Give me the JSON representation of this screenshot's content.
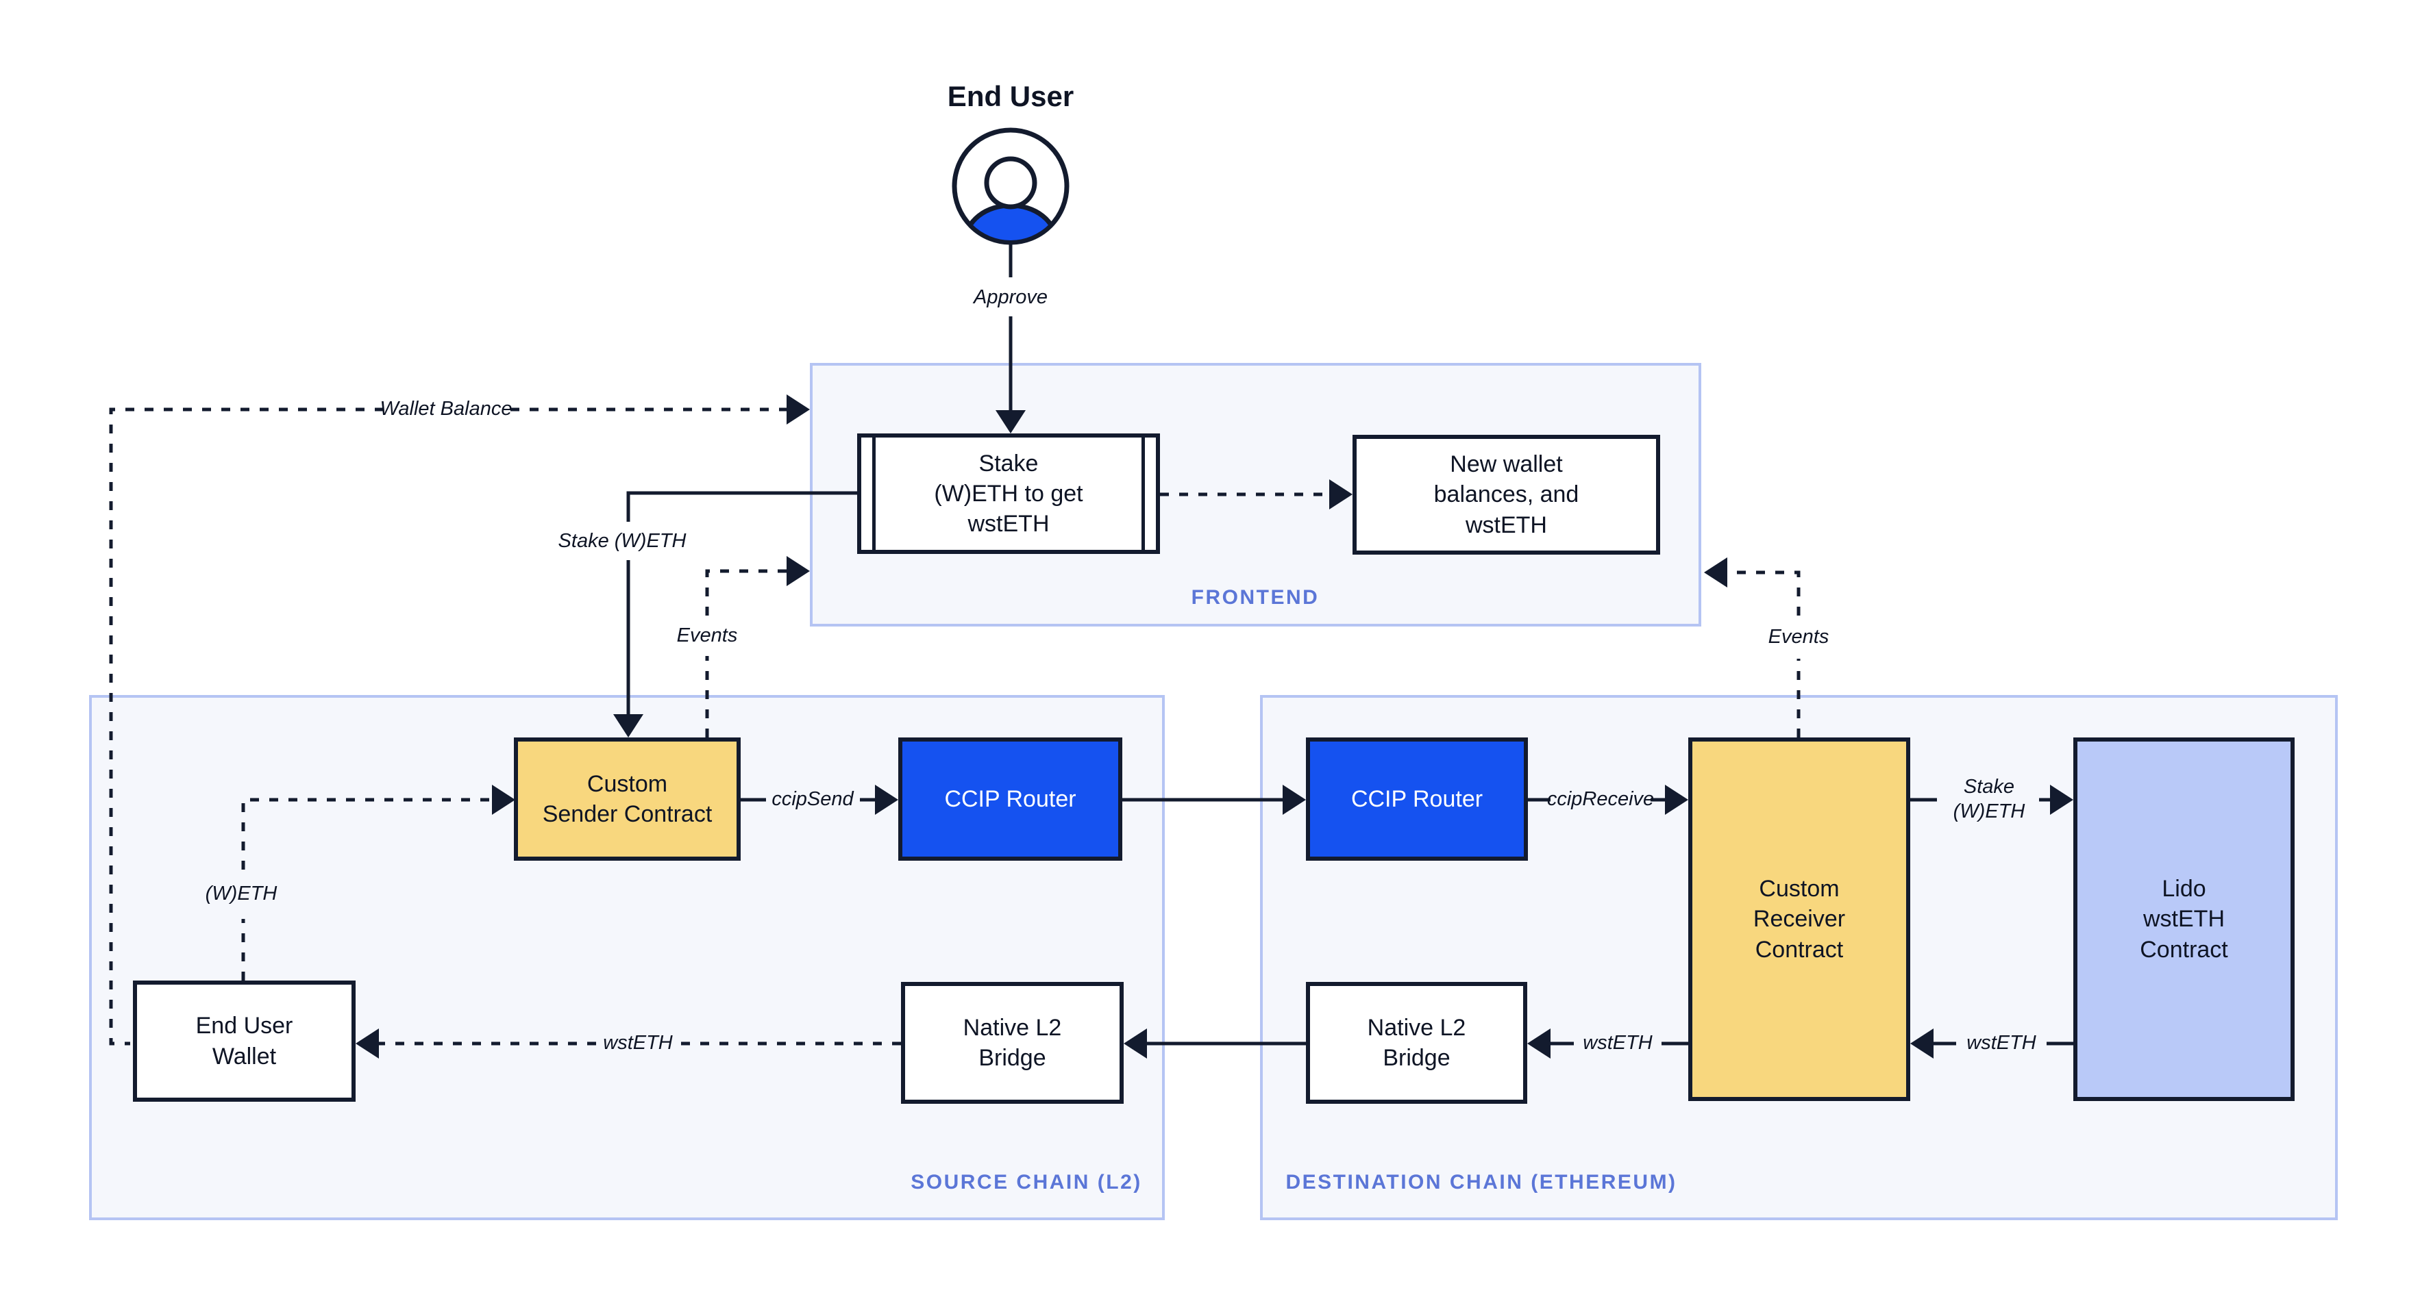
{
  "colors": {
    "ink": "#131B2E",
    "accent_blue": "#1552F0",
    "yellow": "#F8D77E",
    "lavender": "#B9C9F8",
    "container_fill": "#F5F7FC",
    "container_border": "#B5C4F3",
    "container_label": "#5B76D7"
  },
  "end_user": {
    "title": "End User"
  },
  "containers": {
    "frontend": "FRONTEND",
    "source_chain": "SOURCE CHAIN (L2)",
    "destination_chain": "DESTINATION CHAIN (ETHEREUM)"
  },
  "nodes": {
    "stake_cta": "Stake\n(W)ETH to get\nwstETH",
    "new_wallet": "New wallet\nbalances, and\nwstETH",
    "custom_sender": "Custom\nSender Contract",
    "ccip_router_source": "CCIP Router",
    "ccip_router_destination": "CCIP Router",
    "custom_receiver": "Custom\nReceiver\nContract",
    "lido": "Lido\nwstETH\nContract",
    "end_user_wallet": "End User\nWallet",
    "native_bridge_source": "Native L2\nBridge",
    "native_bridge_destination": "Native L2\nBridge"
  },
  "edges": {
    "approve": "Approve",
    "wallet_balance": "Wallet Balance",
    "stake_weth": "Stake (W)ETH",
    "events_left": "Events",
    "events_right": "Events",
    "ccip_send": "ccipSend",
    "ccip_receive": "ccipReceive",
    "stake_weth_right": "Stake\n(W)ETH",
    "wsteth_lido": "wstETH",
    "wsteth_receiver": "wstETH",
    "wsteth_wallet": "wstETH",
    "weth": "(W)ETH"
  }
}
